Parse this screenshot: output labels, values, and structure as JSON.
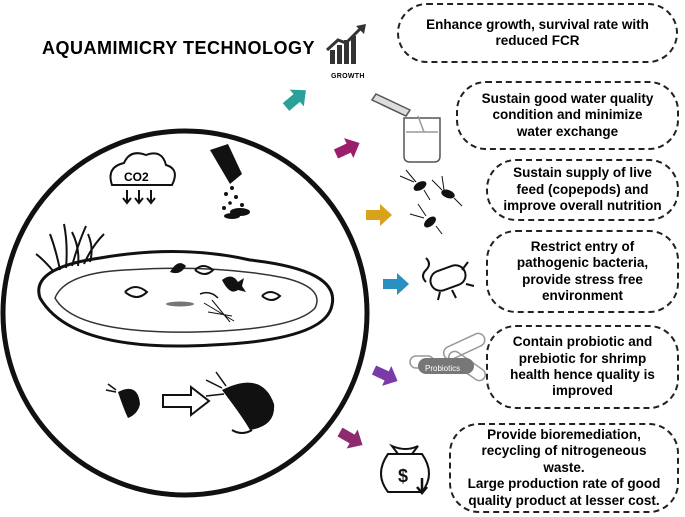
{
  "title": "AQUAMIMICRY TECHNOLOGY",
  "icons": {
    "growth_label": "GROWTH",
    "probiotics_label": "Probiotics",
    "co2_label": "CO2"
  },
  "benefits": [
    {
      "line1": "Enhance growth, survival rate with",
      "line2": "reduced FCR",
      "line3": "",
      "line4": "",
      "arrow_color": "#2aa198"
    },
    {
      "line1": "Sustain good water quality",
      "line2": "condition and minimize",
      "line3": "water exchange",
      "line4": "",
      "arrow_color": "#9b1e6b"
    },
    {
      "line1": "Sustain supply of live",
      "line2": "feed (copepods) and",
      "line3": "improve overall nutrition",
      "line4": "",
      "arrow_color": "#d9a21b"
    },
    {
      "line1": "Restrict entry of",
      "line2": "pathogenic bacteria,",
      "line3": "provide stress free",
      "line4": "environment",
      "arrow_color": "#2a8fc1"
    },
    {
      "line1": "Contain probiotic and",
      "line2": "prebiotic for shrimp",
      "line3": "health hence quality is",
      "line4": "improved",
      "arrow_color": "#7b3aa8"
    },
    {
      "line1": "Provide bioremediation,",
      "line2": "recycling of nitrogeneous waste.",
      "line3": "Large production rate of good",
      "line4": "quality product at lesser cost.",
      "arrow_color": "#8e2a6e"
    }
  ]
}
